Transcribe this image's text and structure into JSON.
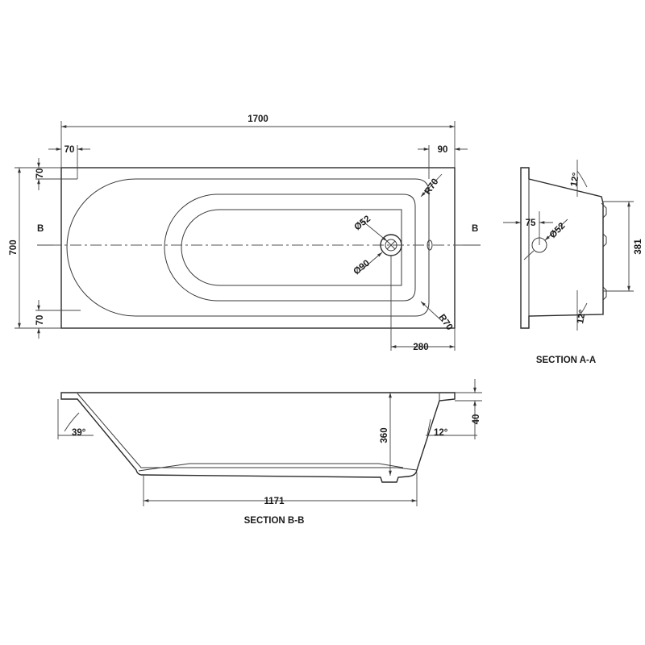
{
  "plan_view": {
    "overall_length": "1700",
    "overall_width": "700",
    "left_rim": "70",
    "right_rim": "90",
    "top_rim": "70",
    "bottom_rim": "70",
    "corner_radius_top": "R70",
    "corner_radius_bottom": "R70",
    "waste_outer": "Ø90",
    "waste_inner": "Ø52",
    "waste_offset": "280",
    "section_marker_left": "B",
    "section_marker_right": "B"
  },
  "section_aa": {
    "caption": "SECTION A-A",
    "angle_top": "12°",
    "angle_bottom": "12°",
    "overflow_offset": "75",
    "overflow_diameter": "Ø52",
    "depth": "381"
  },
  "section_bb": {
    "caption": "SECTION B-B",
    "angle_left": "39°",
    "angle_right": "12°",
    "inner_depth": "360",
    "rim_height": "40",
    "base_length": "1171"
  }
}
